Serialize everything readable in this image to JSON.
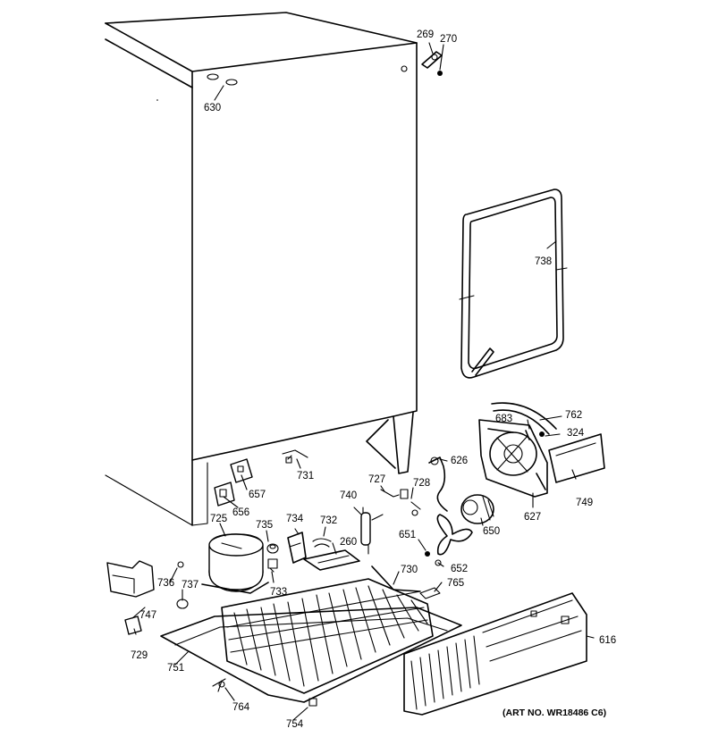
{
  "labels": {
    "p269": "269",
    "p270": "270",
    "p630": "630",
    "p738": "738",
    "p762": "762",
    "p683": "683",
    "p324": "324",
    "p626": "626",
    "p749": "749",
    "p627": "627",
    "p731": "731",
    "p657": "657",
    "p656": "656",
    "p725": "725",
    "p727": "727",
    "p728": "728",
    "p740": "740",
    "p650": "650",
    "p735": "735",
    "p734": "734",
    "p732": "732",
    "p260": "260",
    "p651": "651",
    "p652": "652",
    "p730": "730",
    "p765": "765",
    "p736": "736",
    "p737": "737",
    "p733": "733",
    "p747": "747",
    "p729": "729",
    "p751": "751",
    "p764": "764",
    "p754": "754",
    "p616": "616"
  },
  "art_number": "(ART NO. WR18486 C6)"
}
